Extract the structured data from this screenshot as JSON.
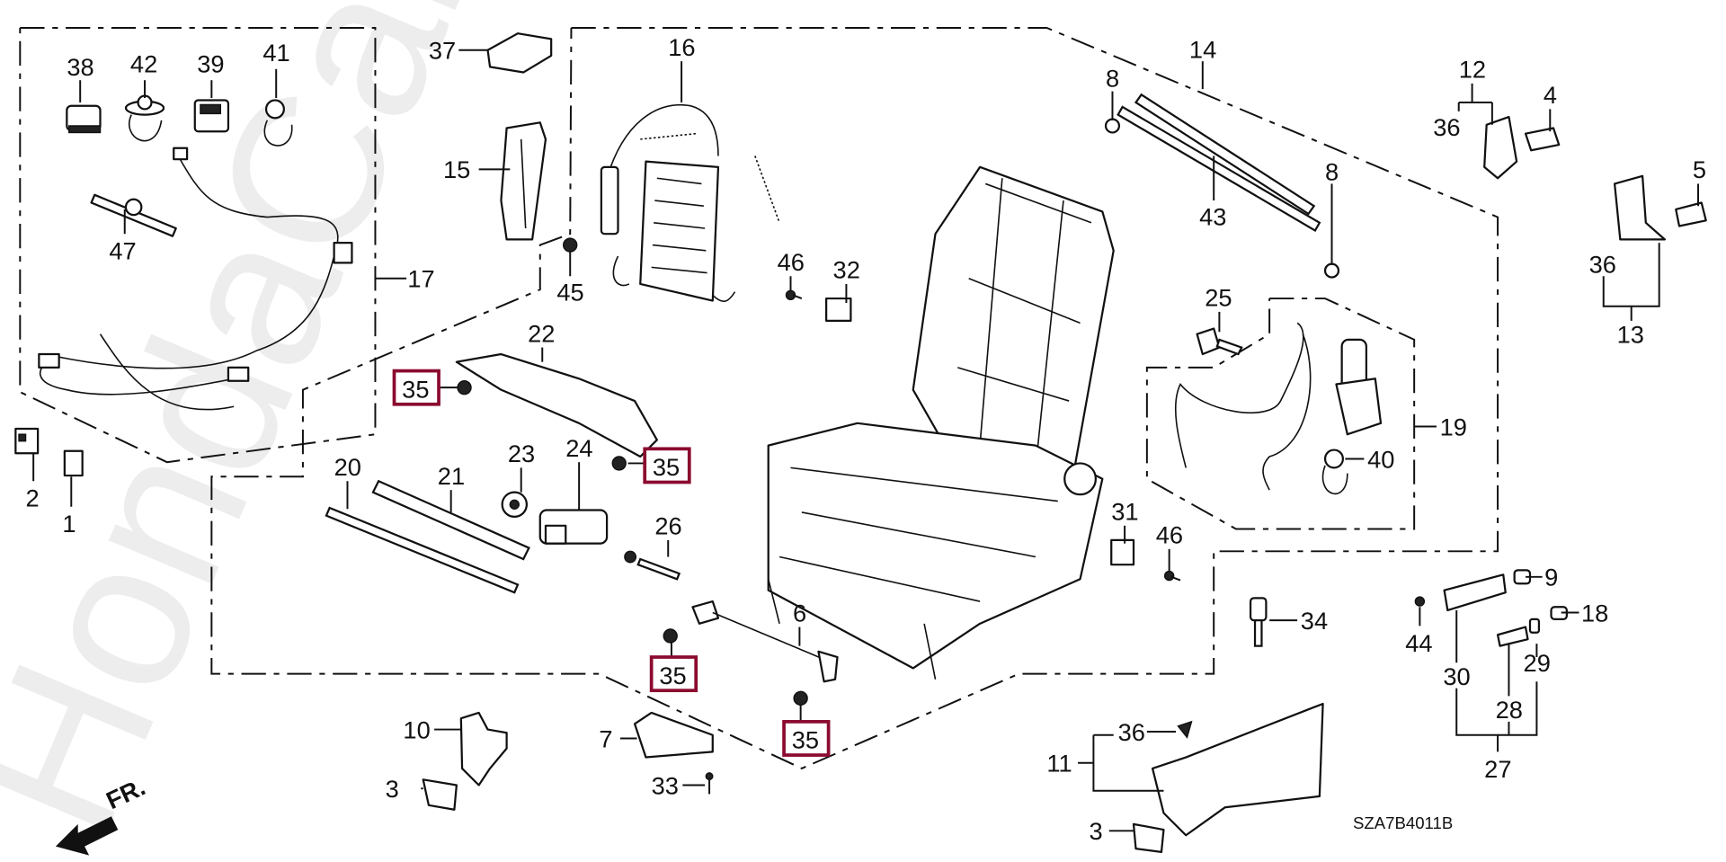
{
  "diagram": {
    "title": "Front seat components (power seat frame)",
    "diagram_code": "SZA7B4011B",
    "watermark": "HondaCarMine.ru",
    "direction_label": "FR.",
    "highlight_color": "#8b0a2f",
    "callouts": [
      {
        "id": "1",
        "label": "1"
      },
      {
        "id": "2",
        "label": "2"
      },
      {
        "id": "3a",
        "label": "3"
      },
      {
        "id": "3b",
        "label": "3"
      },
      {
        "id": "4",
        "label": "4"
      },
      {
        "id": "5",
        "label": "5"
      },
      {
        "id": "6",
        "label": "6"
      },
      {
        "id": "7",
        "label": "7"
      },
      {
        "id": "8a",
        "label": "8"
      },
      {
        "id": "8b",
        "label": "8"
      },
      {
        "id": "9",
        "label": "9"
      },
      {
        "id": "10",
        "label": "10"
      },
      {
        "id": "11",
        "label": "11"
      },
      {
        "id": "12",
        "label": "12"
      },
      {
        "id": "13",
        "label": "13"
      },
      {
        "id": "14",
        "label": "14"
      },
      {
        "id": "15",
        "label": "15"
      },
      {
        "id": "16",
        "label": "16"
      },
      {
        "id": "17",
        "label": "17"
      },
      {
        "id": "18",
        "label": "18"
      },
      {
        "id": "19",
        "label": "19"
      },
      {
        "id": "20",
        "label": "20"
      },
      {
        "id": "21",
        "label": "21"
      },
      {
        "id": "22",
        "label": "22"
      },
      {
        "id": "23",
        "label": "23"
      },
      {
        "id": "24",
        "label": "24"
      },
      {
        "id": "25",
        "label": "25"
      },
      {
        "id": "26",
        "label": "26"
      },
      {
        "id": "27",
        "label": "27"
      },
      {
        "id": "28",
        "label": "28"
      },
      {
        "id": "29",
        "label": "29"
      },
      {
        "id": "30",
        "label": "30"
      },
      {
        "id": "31",
        "label": "31"
      },
      {
        "id": "32",
        "label": "32"
      },
      {
        "id": "33",
        "label": "33"
      },
      {
        "id": "34",
        "label": "34"
      },
      {
        "id": "35a",
        "label": "35",
        "highlighted": true
      },
      {
        "id": "35b",
        "label": "35",
        "highlighted": true
      },
      {
        "id": "35c",
        "label": "35",
        "highlighted": true
      },
      {
        "id": "35d",
        "label": "35",
        "highlighted": true
      },
      {
        "id": "36a",
        "label": "36"
      },
      {
        "id": "36b",
        "label": "36"
      },
      {
        "id": "36c",
        "label": "36"
      },
      {
        "id": "37",
        "label": "37"
      },
      {
        "id": "38",
        "label": "38"
      },
      {
        "id": "39",
        "label": "39"
      },
      {
        "id": "40",
        "label": "40"
      },
      {
        "id": "41",
        "label": "41"
      },
      {
        "id": "42",
        "label": "42"
      },
      {
        "id": "43",
        "label": "43"
      },
      {
        "id": "44",
        "label": "44"
      },
      {
        "id": "45",
        "label": "45"
      },
      {
        "id": "46a",
        "label": "46"
      },
      {
        "id": "46b",
        "label": "46"
      },
      {
        "id": "47",
        "label": "47"
      }
    ]
  }
}
